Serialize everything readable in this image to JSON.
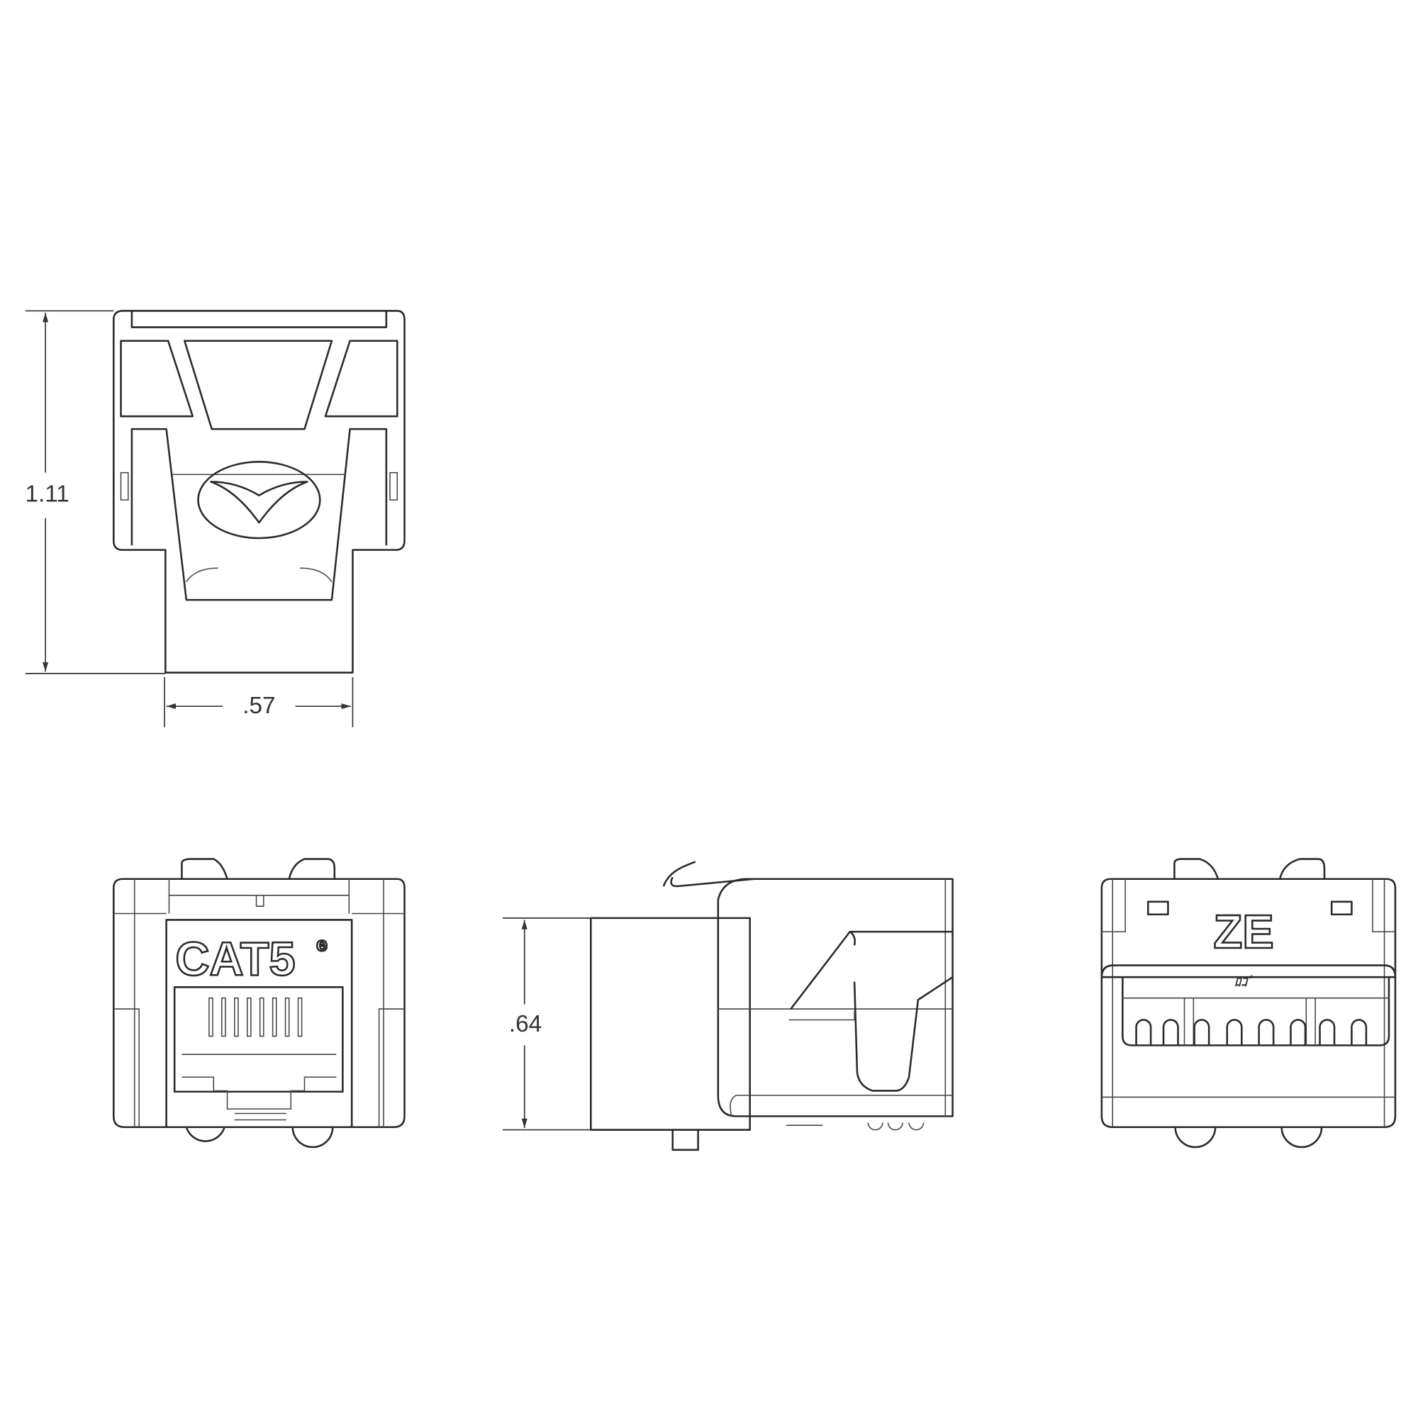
{
  "dimensions": {
    "height_top_view": "1.11",
    "width_top_view": ".57",
    "height_side_view": ".64"
  },
  "logos": {
    "front_logo": "CAT5e",
    "rear_logo": "ZE"
  },
  "colors": {
    "line": "#2a2a2a",
    "background": "#ffffff"
  }
}
